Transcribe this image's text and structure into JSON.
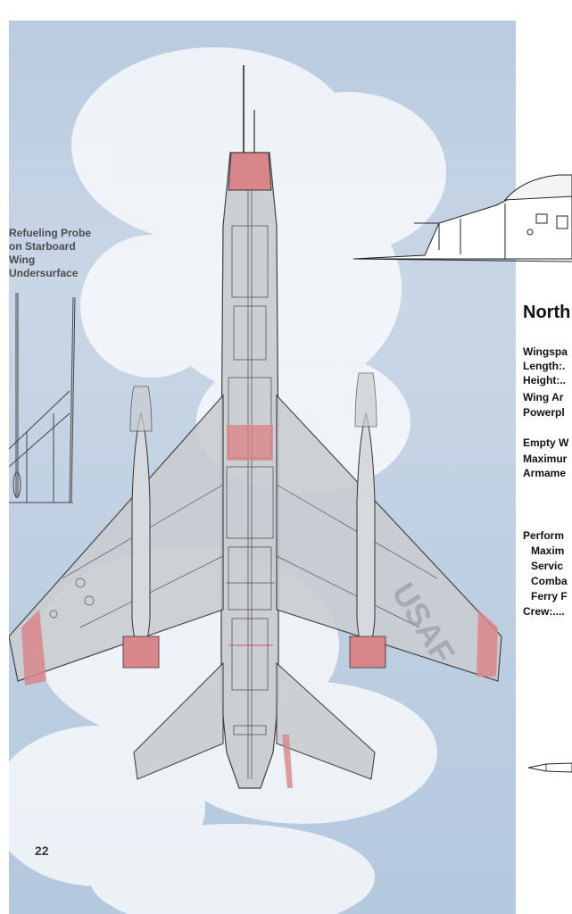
{
  "page": {
    "probe_caption_lines": [
      "Refueling Probe",
      "on Starboard",
      "Wing",
      "Undersurface"
    ],
    "page_number": "22"
  },
  "aircraft": {
    "insignia_text": "USAF"
  },
  "specs": {
    "title": "North",
    "lines_group1": [
      "Wingspa",
      "Length:.",
      "Height:..",
      "Wing Ar",
      "Powerpl"
    ],
    "lines_group2": [
      "Empty W",
      "Maximur",
      "Armame"
    ],
    "performance_heading": "Perform",
    "performance_lines": [
      "Maxim",
      "Servic",
      "Comba",
      "Ferry F"
    ],
    "crew": "Crew:...."
  },
  "colors": {
    "sky": "#c3d3e5",
    "metal": "#c9cdd2",
    "accent_red": "#d9868a",
    "line": "#3a3a3a"
  }
}
